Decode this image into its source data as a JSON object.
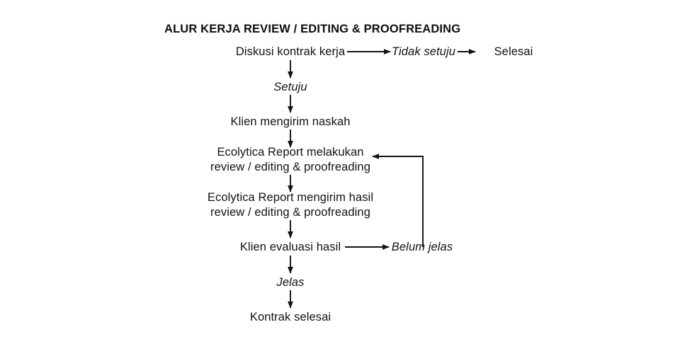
{
  "diagram": {
    "title": "ALUR KERJA REVIEW / EDITING & PROOFREADING",
    "background_color": "#ffffff",
    "text_color": "#121212",
    "nodes": {
      "start": "Diskusi kontrak kerja",
      "branch_no_label": "Tidak setuju",
      "end_no": "Selesai",
      "branch_yes_label": "Setuju",
      "send_manuscript": "Klien mengirim naskah",
      "do_review_line1": "Ecolytica Report melakukan",
      "do_review_line2": "review / editing & proofreading",
      "send_result_line1": "Ecolytica Report mengirim hasil",
      "send_result_line2": "review / editing & proofreading",
      "client_evaluates": "Klien evaluasi hasil",
      "branch_unclear_label": "Belum jelas",
      "branch_clear_label": "Jelas",
      "contract_done": "Kontrak selesai"
    }
  },
  "chart_data": {
    "type": "diagram",
    "title": "ALUR KERJA REVIEW / EDITING & PROOFREADING",
    "steps": [
      "Diskusi kontrak kerja",
      "Klien mengirim naskah",
      "Ecolytica Report melakukan review / editing & proofreading",
      "Ecolytica Report mengirim hasil review / editing & proofreading",
      "Klien evaluasi hasil",
      "Kontrak selesai"
    ],
    "edge_labels": [
      "Setuju",
      "Tidak setuju",
      "Belum jelas",
      "Jelas"
    ],
    "terminals": [
      "Selesai",
      "Kontrak selesai"
    ],
    "edges": [
      {
        "from": "Diskusi kontrak kerja",
        "to": "Tidak setuju",
        "direction": "right"
      },
      {
        "from": "Tidak setuju",
        "to": "Selesai",
        "direction": "right"
      },
      {
        "from": "Diskusi kontrak kerja",
        "to": "Setuju",
        "direction": "down"
      },
      {
        "from": "Setuju",
        "to": "Klien mengirim naskah",
        "direction": "down"
      },
      {
        "from": "Klien mengirim naskah",
        "to": "Ecolytica Report melakukan review / editing & proofreading",
        "direction": "down"
      },
      {
        "from": "Ecolytica Report melakukan review / editing & proofreading",
        "to": "Ecolytica Report mengirim hasil review / editing & proofreading",
        "direction": "down"
      },
      {
        "from": "Ecolytica Report mengirim hasil review / editing & proofreading",
        "to": "Klien evaluasi hasil",
        "direction": "down"
      },
      {
        "from": "Klien evaluasi hasil",
        "to": "Belum jelas",
        "direction": "right"
      },
      {
        "from": "Belum jelas",
        "to": "Ecolytica Report melakukan review / editing & proofreading",
        "direction": "loop-up-left"
      },
      {
        "from": "Klien evaluasi hasil",
        "to": "Jelas",
        "direction": "down"
      },
      {
        "from": "Jelas",
        "to": "Kontrak selesai",
        "direction": "down"
      }
    ]
  }
}
